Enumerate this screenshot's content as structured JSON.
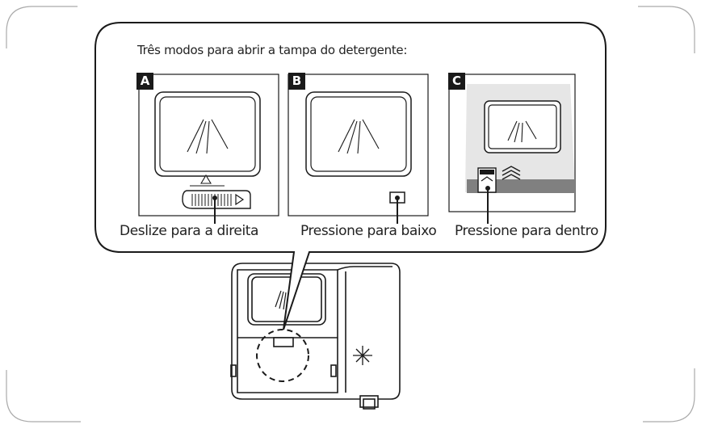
{
  "instructions": {
    "title": "Três modos para abrir a tampa do detergente:",
    "panels": [
      {
        "badge": "A",
        "caption": "Deslize para a direita"
      },
      {
        "badge": "B",
        "caption": "Pressione para baixo"
      },
      {
        "badge": "C",
        "caption": "Pressione para dentro"
      }
    ]
  },
  "colors": {
    "line": "#1a1a1a",
    "frame": "#aaaaaa",
    "band": "#808080",
    "panel_c_fill": "#e6e6e6"
  },
  "icons": [
    "corner-frame",
    "callout-balloon",
    "detergent-window-glare-icon",
    "slide-latch-icon",
    "push-button-icon",
    "latch-chevron-icon",
    "rinse-aid-sparkle-icon",
    "dashed-highlight-circle"
  ]
}
